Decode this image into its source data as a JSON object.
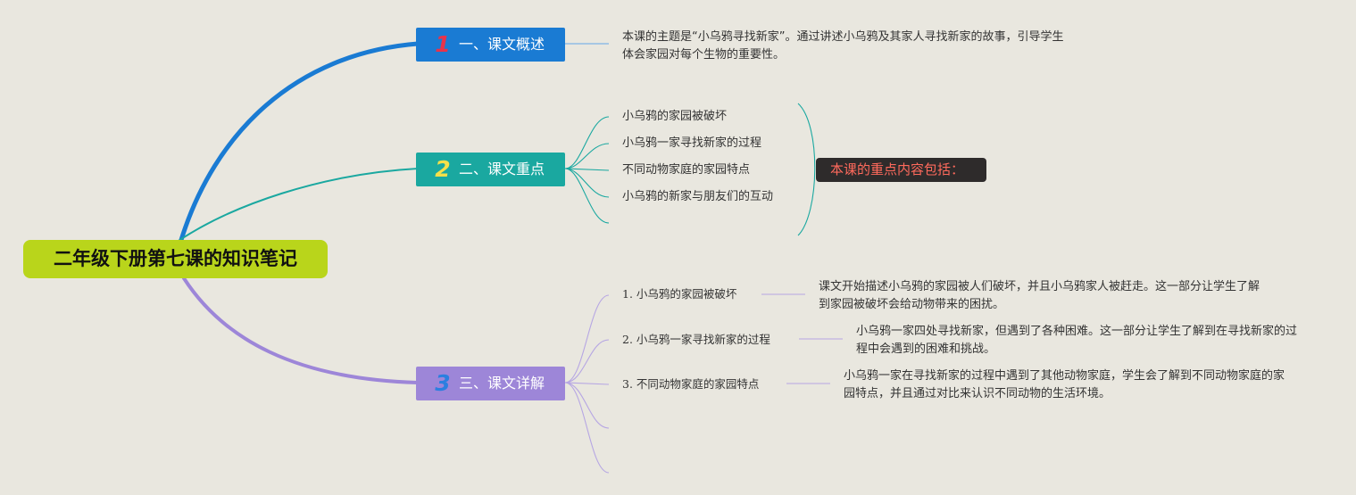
{
  "mindmap": {
    "root": {
      "label": "二年级下册第七课的知识笔记"
    },
    "branches": [
      {
        "number": "1",
        "label": "一、课文概述",
        "note": "本课的主题是“小乌鸦寻找新家”。通过讲述小乌鸦及其家人寻找新家的故事，引导学生体会家园对每个生物的重要性。"
      },
      {
        "number": "2",
        "label": "二、课文重点",
        "items": [
          "小乌鸦的家园被破坏",
          "小乌鸦一家寻找新家的过程",
          "不同动物家庭的家园特点",
          "小乌鸦的新家与朋友们的互动"
        ],
        "summary": "本课的重点内容包括："
      },
      {
        "number": "3",
        "label": "三、课文详解",
        "items": [
          {
            "title": "1. 小乌鸦的家园被破坏",
            "detail": "课文开始描述小乌鸦的家园被人们破坏，并且小乌鸦家人被赶走。这一部分让学生了解到家园被破坏会给动物带来的困扰。"
          },
          {
            "title": "2. 小乌鸦一家寻找新家的过程",
            "detail": "小乌鸦一家四处寻找新家，但遇到了各种困难。这一部分让学生了解到在寻找新家的过程中会遇到的困难和挑战。"
          },
          {
            "title": "3. 不同动物家庭的家园特点",
            "detail": "小乌鸦一家在寻找新家的过程中遇到了其他动物家庭，学生会了解到不同动物家庭的家园特点，并且通过对比来认识不同动物的生活环境。"
          }
        ]
      }
    ]
  },
  "colors": {
    "background": "#e9e7df",
    "root": "#b9d51b",
    "branch1": "#1a7bd3",
    "branch2": "#1aa8a0",
    "branch3": "#9d86d8",
    "summary_bg": "#2e2b2b",
    "summary_text": "#ff6a5c"
  }
}
